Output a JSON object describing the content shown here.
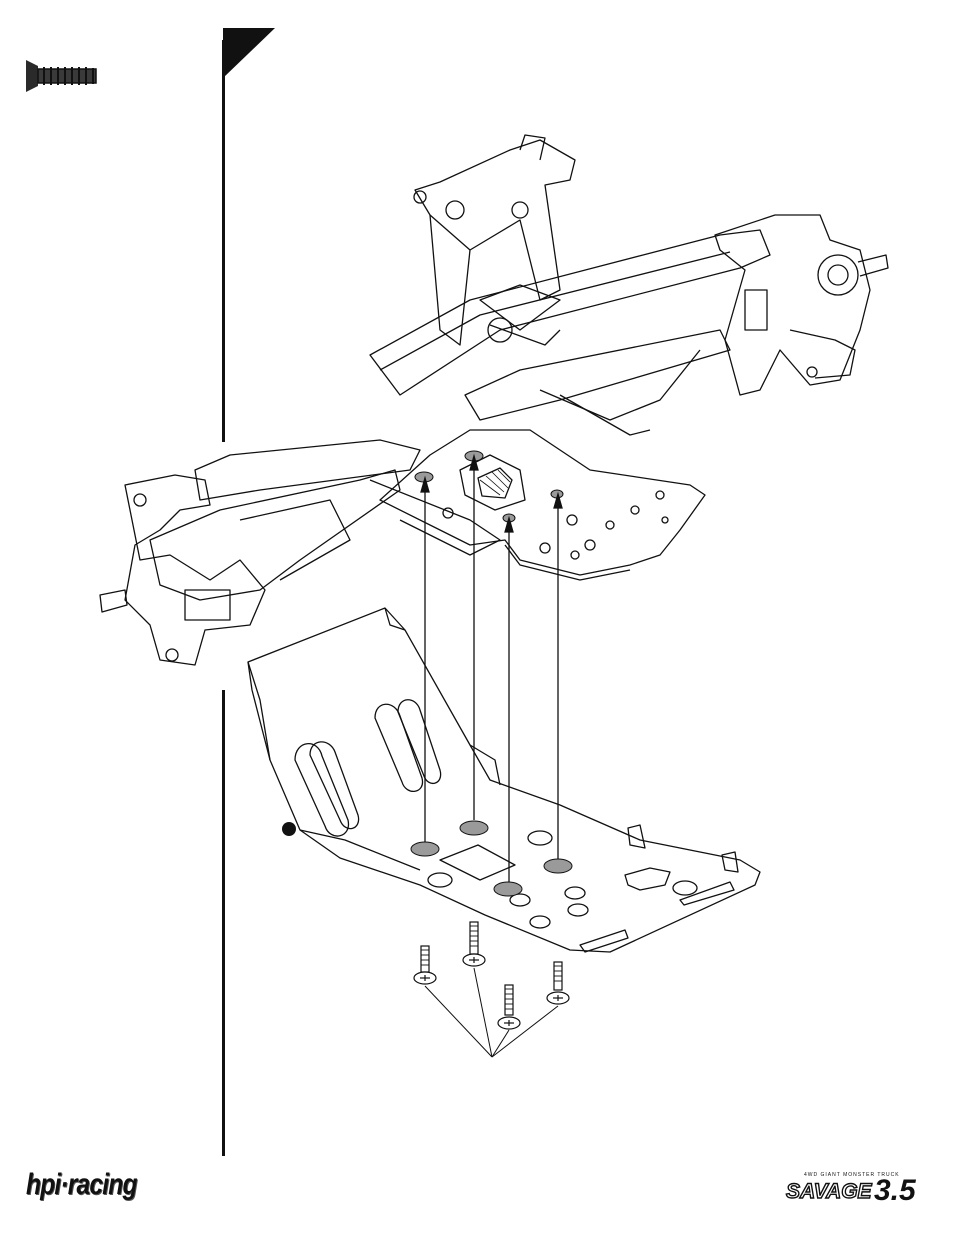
{
  "footer": {
    "brand": "hpi·racing",
    "product_tagline": "4WD GIANT MONSTER TRUCK",
    "product_name": "SAVAGE",
    "product_version": "3.5"
  },
  "icons": {
    "corner_tab": "triangle-tab-icon",
    "parts_screw": "flat-head-screw-icon"
  },
  "colors": {
    "ink": "#111111",
    "hole_gray": "#9a9a9a"
  }
}
